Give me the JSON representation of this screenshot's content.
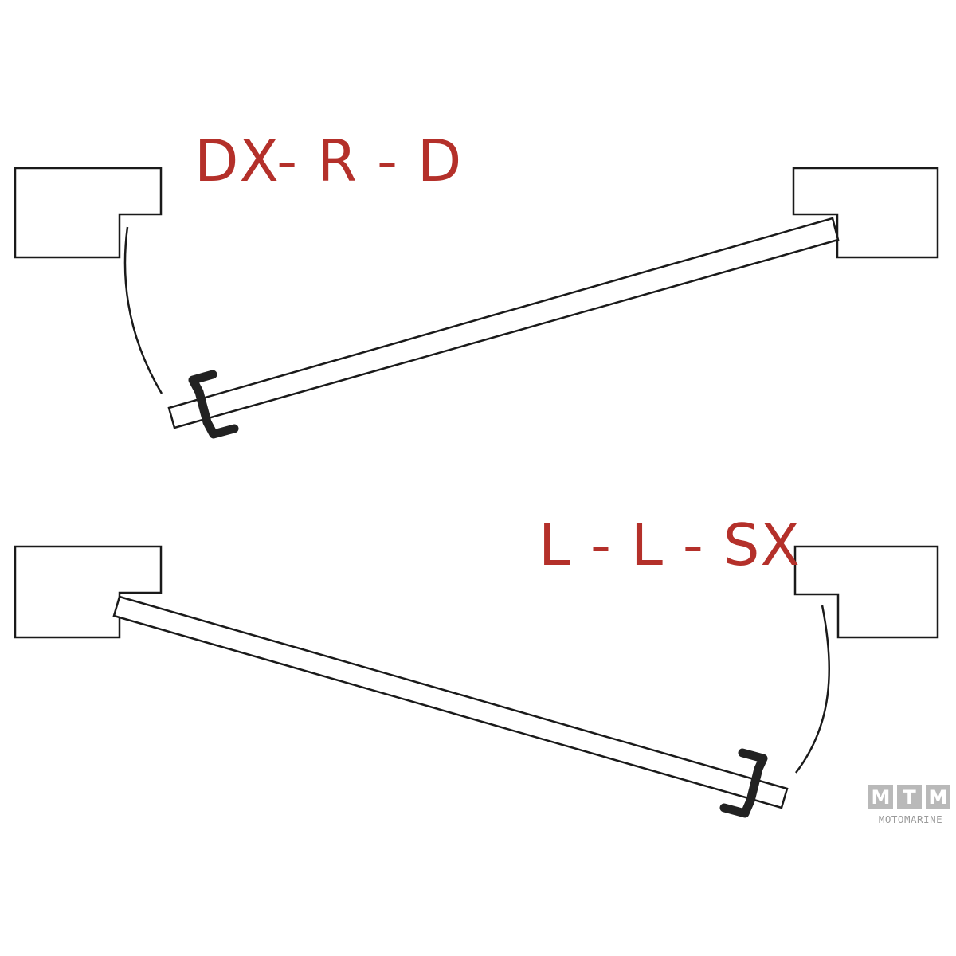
{
  "labels": {
    "top_config": "DX- R - D",
    "bottom_config": "L - L - SX"
  },
  "watermark": {
    "letters": [
      "M",
      "T",
      "M"
    ],
    "text": "MOTOMARINE"
  },
  "colors": {
    "label": "#b4302a",
    "line": "#1a1a1a",
    "handle": "#222222",
    "watermark": "#b9b9b9"
  },
  "icons": {
    "handle": "door-handle-icon"
  }
}
